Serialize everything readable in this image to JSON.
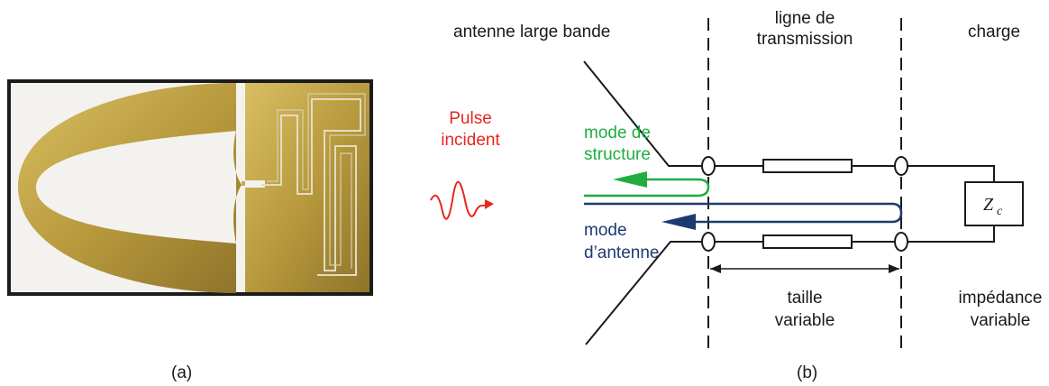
{
  "photo": {
    "caption": "(a)"
  },
  "schematic": {
    "caption": "(b)",
    "antenna_label": "antenne large bande",
    "line_label": [
      "ligne de",
      "transmission"
    ],
    "load_label": "charge",
    "pulse_label": [
      "Pulse",
      "incident"
    ],
    "structure_mode_label": [
      "mode de",
      "structure"
    ],
    "antenna_mode_label": [
      "mode",
      "d’antenne"
    ],
    "size_label": [
      "taille",
      "variable"
    ],
    "impedance_label": [
      "impédance",
      "variable"
    ],
    "load_symbol": "Z",
    "load_symbol_sub": "c"
  },
  "colors": {
    "gold": "#b99a3e",
    "substrate": "#f3f2ee",
    "pulse": "#e8251e",
    "structure_mode": "#1fae3f",
    "antenna_mode": "#1d3a70",
    "line": "#1a1a1a"
  }
}
